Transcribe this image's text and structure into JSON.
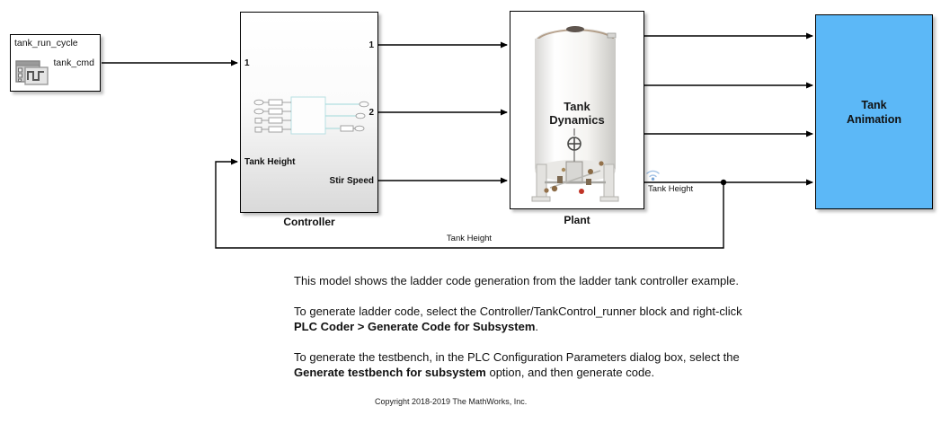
{
  "window": {
    "background": "#ffffff"
  },
  "blocks": {
    "tank_run_cycle": {
      "title": "tank_run_cycle",
      "output_port_label": "tank_cmd",
      "icon": "signal-editor-icon"
    },
    "controller": {
      "label": "Controller",
      "inports": [
        "1",
        "Tank Height"
      ],
      "outports": [
        "1",
        "2",
        "Stir Speed"
      ],
      "thumbnail": "subsystem-preview"
    },
    "plant": {
      "label": "Plant",
      "image_caption": "Tank\nDynamics"
    },
    "tank_animation": {
      "label": "Tank\nAnimation",
      "fill_color": "#5cb8f7"
    }
  },
  "wire_labels": {
    "plant_tank_height": "Tank Height",
    "feedback_tank_height": "Tank Height"
  },
  "icons": {
    "wireless_icon_color": "#a3c3e6",
    "wireless_dot_color": "#7ba7d7"
  },
  "annotation": {
    "p1": "This model shows the ladder code generation from the ladder tank controller example.",
    "p2_prefix": "To generate ladder code, select the Controller/TankControl_runner block and right-click ",
    "p2_bold": "PLC Coder > Generate Code for Subsystem",
    "p2_suffix": ".",
    "p3_prefix": "To generate the testbench, in the PLC Configuration Parameters dialog box, select the ",
    "p3_bold": "Generate testbench for subsystem",
    "p3_suffix": " option, and then generate code.",
    "copyright": "Copyright 2018-2019 The MathWorks, Inc."
  }
}
